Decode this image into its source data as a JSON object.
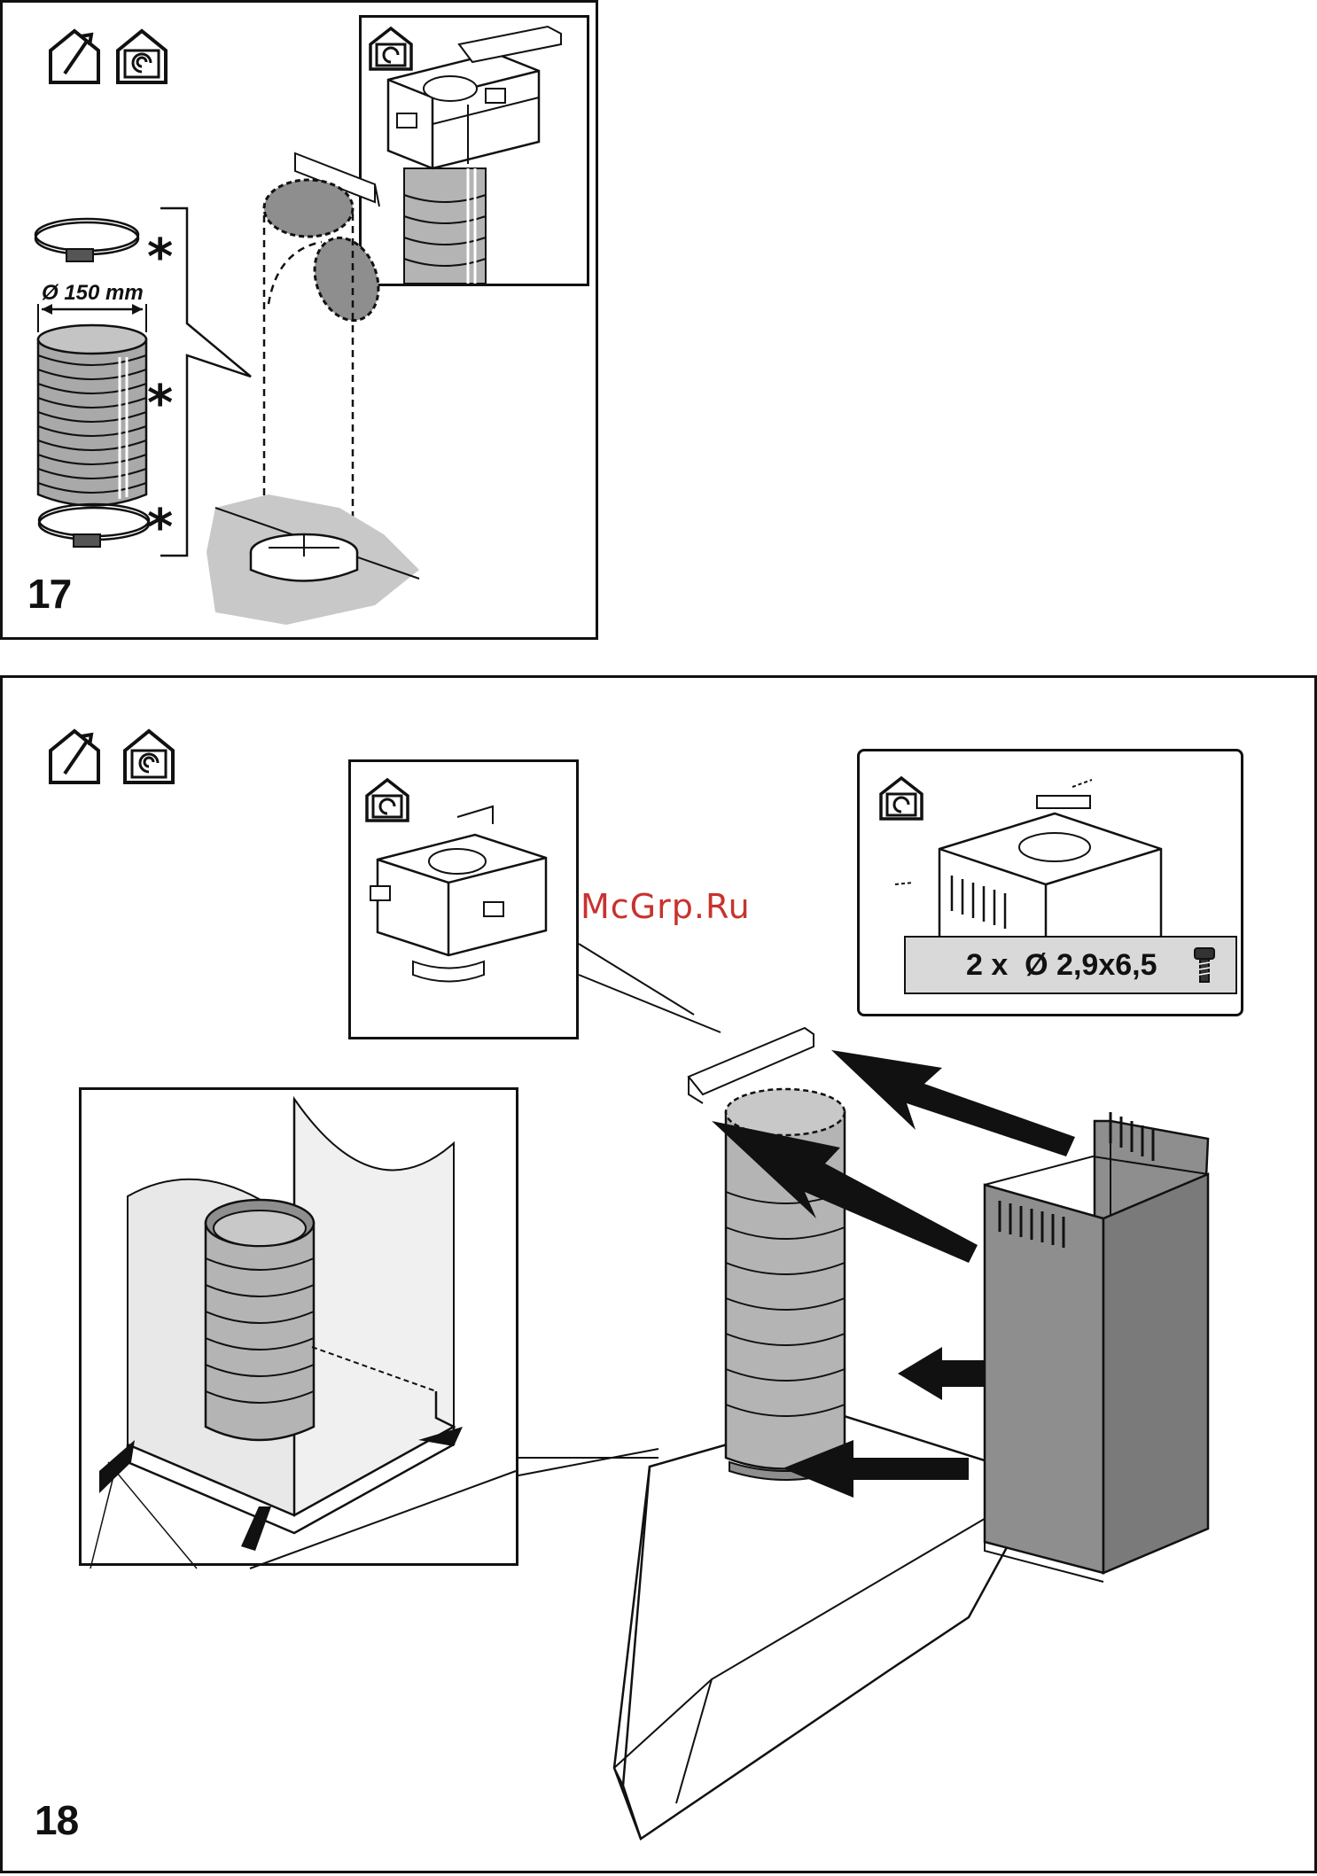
{
  "watermark": "McGrp.Ru",
  "step17": {
    "number": "17",
    "diameter_label": "Ø 150 mm",
    "asterisk": "*",
    "icons": [
      "ducted-exhaust-house-icon",
      "recirculation-house-icon"
    ]
  },
  "step18": {
    "number": "18",
    "screw_spec": "2 x  Ø 2,9x6,5",
    "icons": [
      "ducted-exhaust-house-icon",
      "recirculation-house-icon"
    ]
  },
  "colors": {
    "line": "#111111",
    "duct_gray": "#b4b4b4",
    "dark_gray": "#8e8e8e",
    "chimney_gray": "#7a7a7a",
    "label_bg": "#d9d9d9",
    "watermark": "#c8322e"
  }
}
